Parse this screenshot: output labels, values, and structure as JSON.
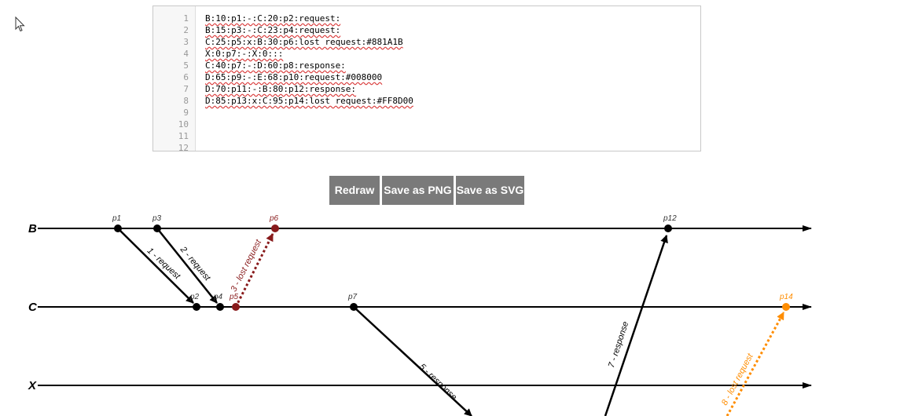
{
  "editor": {
    "lines": [
      "B:10:p1:-:C:20:p2:request:",
      "B:15:p3:-:C:23:p4:request:",
      "C:25:p5:x:B:30:p6:lost request:#881A1B",
      "X:0:p7:-:X:0:::",
      "C:40:p7:-:D:60:p8:response:",
      "D:65:p9:-:E:68:p10:request:#008000",
      "D:70:p11:-:B:80:p12:response:",
      "D:85:p13:x:C:95:p14:lost request:#FF8D00",
      "",
      "",
      "",
      ""
    ]
  },
  "toolbar": {
    "redraw_label": "Redraw",
    "save_png_label": "Save as PNG",
    "save_svg_label": "Save as SVG"
  },
  "diagram": {
    "lines": [
      {
        "name": "B"
      },
      {
        "name": "C"
      },
      {
        "name": "X"
      }
    ],
    "points": [
      {
        "label": "p1",
        "color": "#000000"
      },
      {
        "label": "p3",
        "color": "#000000"
      },
      {
        "label": "p6",
        "color": "#881A1B"
      },
      {
        "label": "p12",
        "color": "#000000"
      },
      {
        "label": "p2",
        "color": "#000000"
      },
      {
        "label": "p4",
        "color": "#000000"
      },
      {
        "label": "p5",
        "color": "#881A1B"
      },
      {
        "label": "p7",
        "color": "#000000"
      },
      {
        "label": "p14",
        "color": "#FF8D00"
      }
    ],
    "messages": [
      {
        "label": "1 - request",
        "color": "#000000",
        "style": "solid"
      },
      {
        "label": "2 - request",
        "color": "#000000",
        "style": "solid"
      },
      {
        "label": "3 - lost request",
        "color": "#881A1B",
        "style": "dotted"
      },
      {
        "label": "5 - response",
        "color": "#000000",
        "style": "solid"
      },
      {
        "label": "7 - response",
        "color": "#000000",
        "style": "solid"
      },
      {
        "label": "8 - lost request",
        "color": "#FF8D00",
        "style": "dotted"
      }
    ]
  }
}
